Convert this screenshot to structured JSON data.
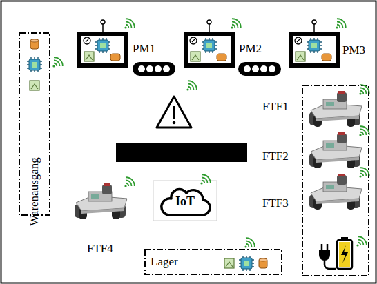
{
  "diagram": {
    "nodes": [
      {
        "text": [
          "Warenausgang"
        ]
      },
      {
        "text": [
          "Lager"
        ]
      },
      {
        "text": [
          "IoT"
        ]
      }
    ],
    "labels": [
      "PM1",
      "PM2",
      "PM3",
      "FTF1",
      "FTF2",
      "FTF3",
      "FTF4"
    ]
  }
}
